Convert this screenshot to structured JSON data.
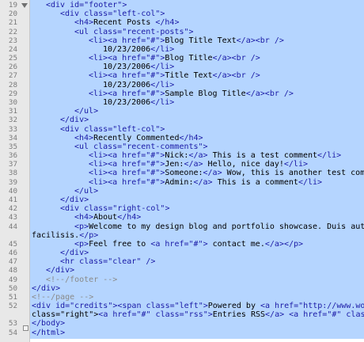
{
  "editor": {
    "line_numbers": [
      "19",
      "20",
      "21",
      "22",
      "23",
      "24",
      "25",
      "26",
      "27",
      "28",
      "29",
      "30",
      "31",
      "32",
      "33",
      "34",
      "35",
      "36",
      "37",
      "38",
      "39",
      "40",
      "41",
      "42",
      "43",
      "44",
      "",
      "45",
      "46",
      "47",
      "48",
      "49",
      "50",
      "51",
      "52",
      "",
      "53",
      "54"
    ],
    "lines": [
      {
        "indent": 1,
        "text": "<div id=\"footer\">"
      },
      {
        "indent": 2,
        "text": "<div class=\"left-col\">"
      },
      {
        "indent": 3,
        "text": "<h4>Recent Posts </h4>"
      },
      {
        "indent": 3,
        "text": "<ul class=\"recent-posts\">"
      },
      {
        "indent": 4,
        "text": "<li><a href=\"#\">Blog Title Text</a><br />"
      },
      {
        "indent": 5,
        "text": "10/23/2006</li>"
      },
      {
        "indent": 4,
        "text": "<li><a href=\"#\">Blog Title</a><br />"
      },
      {
        "indent": 5,
        "text": "10/23/2006</li>"
      },
      {
        "indent": 4,
        "text": "<li><a href=\"#\">Title Text</a><br />"
      },
      {
        "indent": 5,
        "text": "10/23/2006</li>"
      },
      {
        "indent": 4,
        "text": "<li><a href=\"#\">Sample Blog Title</a><br />"
      },
      {
        "indent": 5,
        "text": "10/23/2006</li>"
      },
      {
        "indent": 3,
        "text": "</ul>"
      },
      {
        "indent": 2,
        "text": "</div>"
      },
      {
        "indent": 2,
        "text": "<div class=\"left-col\">"
      },
      {
        "indent": 3,
        "text": "<h4>Recently Commented</h4>"
      },
      {
        "indent": 3,
        "text": "<ul class=\"recent-comments\">"
      },
      {
        "indent": 4,
        "text": "<li><a href=\"#\">Nick:</a> This is a test comment</li>"
      },
      {
        "indent": 4,
        "text": "<li><a href=\"#\">Jen:</a> Hello, nice day!</li>"
      },
      {
        "indent": 4,
        "text": "<li><a href=\"#\">Someone:</a> Wow, this is another test comm"
      },
      {
        "indent": 4,
        "text": "<li><a href=\"#\">Admin:</a> This is a comment</li>"
      },
      {
        "indent": 3,
        "text": "</ul>"
      },
      {
        "indent": 2,
        "text": "</div>"
      },
      {
        "indent": 2,
        "text": "<div class=\"right-col\">"
      },
      {
        "indent": 3,
        "text": "<h4>About</h4>"
      },
      {
        "indent": 3,
        "text": "<p>Welcome to my design blog and portfolio showcase. Duis aute"
      },
      {
        "indent": 0,
        "text": "facilisis.</p>"
      },
      {
        "indent": 3,
        "text": "<p>Feel free to <a href=\"#\"> contact me.</a></p>"
      },
      {
        "indent": 2,
        "text": "</div>"
      },
      {
        "indent": 2,
        "text": "<hr class=\"clear\" />"
      },
      {
        "indent": 1,
        "text": "</div>"
      },
      {
        "indent": 1,
        "text": "<!--/footer -->"
      },
      {
        "indent": 0,
        "text": "</div>"
      },
      {
        "indent": 0,
        "text": "<!--/page -->"
      },
      {
        "indent": 0,
        "text": "<div id=\"credits\"><span class=\"left\">Powered by <a href=\"http://www.wor"
      },
      {
        "indent": 0,
        "text": "class=\"right\"><a href=\"#\" class=\"rss\">Entries RSS</a> <a href=\"#\" class"
      },
      {
        "indent": 0,
        "text": "</body>"
      },
      {
        "indent": 0,
        "text": "</html>"
      }
    ]
  },
  "colors": {
    "selection": "#b5d5ff",
    "tag": "#1a1aa6",
    "comment": "#8a8a8a",
    "text": "#000000",
    "gutter": "#e8e8e8"
  },
  "icons": {
    "fold": "fold-triangle-icon",
    "fold_end": "fold-end-icon"
  }
}
